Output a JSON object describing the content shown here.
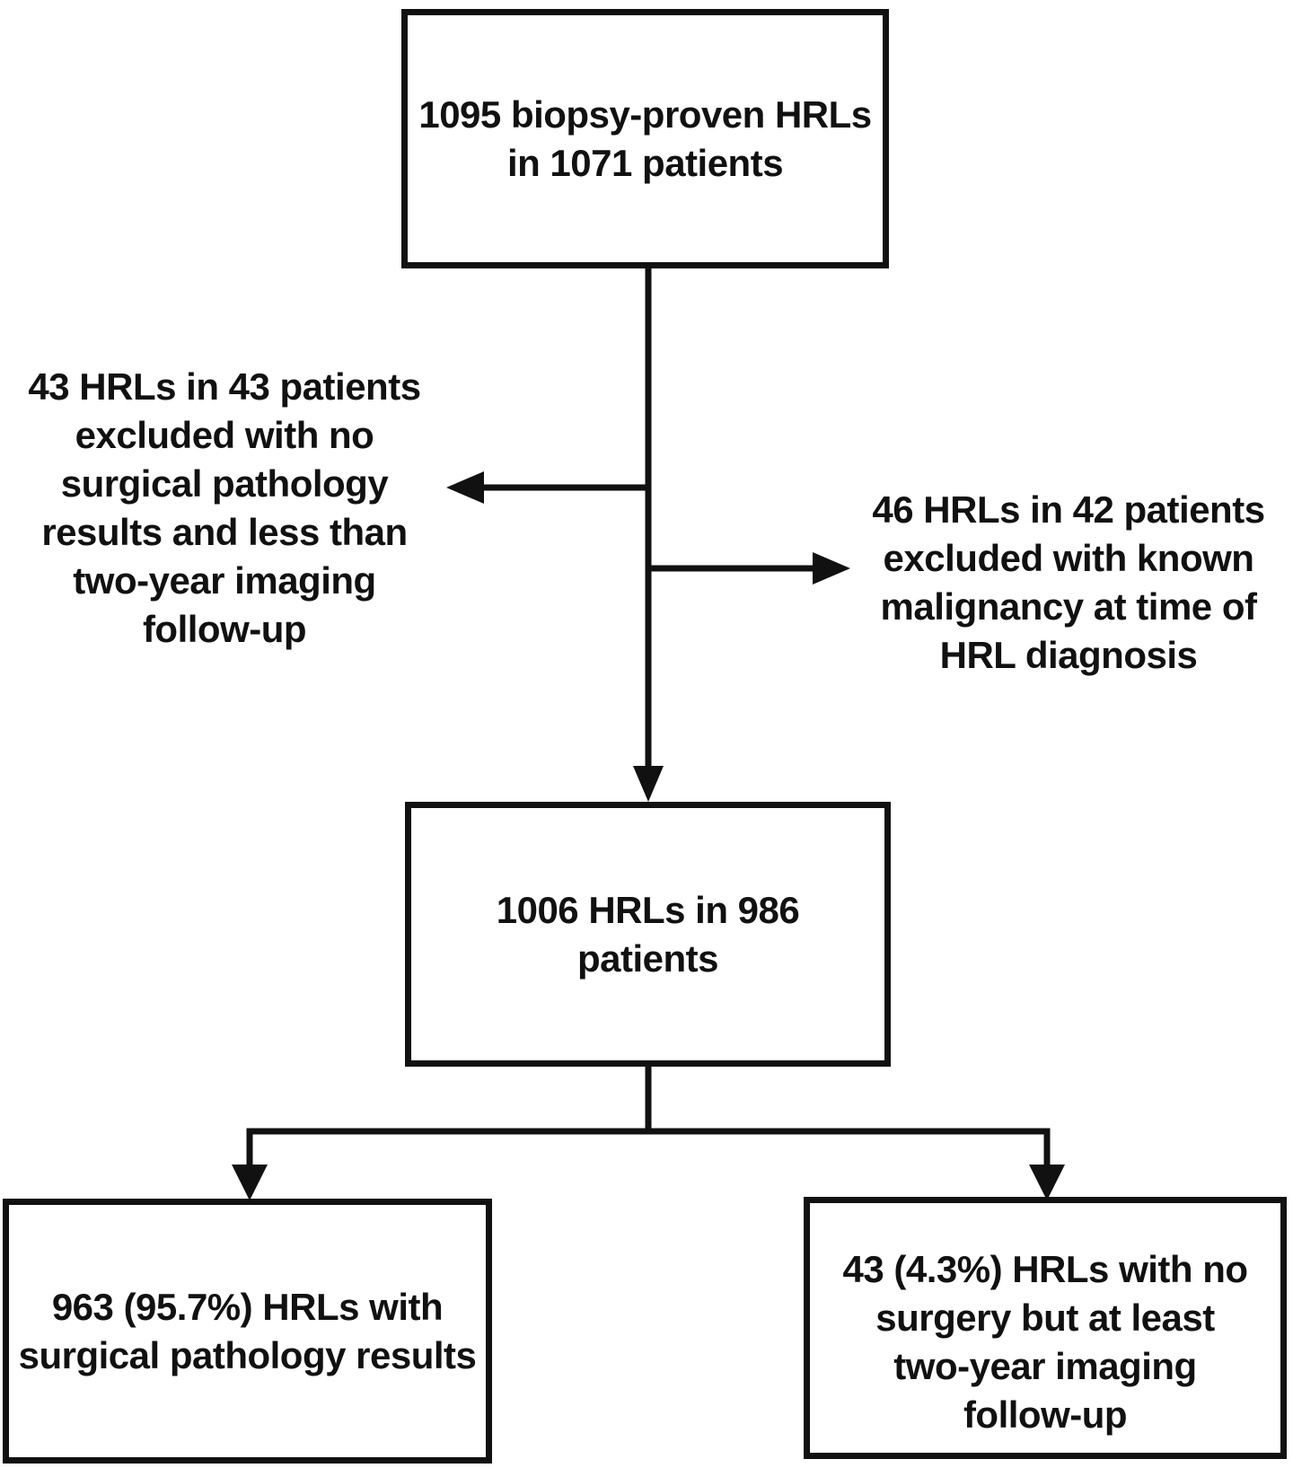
{
  "nodes": {
    "initial": {
      "lines": [
        "1095 biopsy-proven HRLs",
        "in 1071 patients"
      ]
    },
    "exclusion_left": {
      "lines": [
        "43 HRLs in 43 patients",
        "excluded with no",
        "surgical pathology",
        "results and less than",
        "two-year imaging",
        "follow-up"
      ]
    },
    "exclusion_right": {
      "lines": [
        "46 HRLs in 42 patients",
        "excluded with known",
        "malignancy at time of",
        "HRL diagnosis"
      ]
    },
    "included": {
      "lines": [
        "1006 HRLs in 986",
        "patients"
      ]
    },
    "surgical_pathology": {
      "lines": [
        "963 (95.7%) HRLs with",
        "surgical pathology results"
      ]
    },
    "no_surgery_followup": {
      "lines": [
        "43 (4.3%) HRLs with no",
        "surgery but at least",
        "two-year imaging",
        "follow-up"
      ]
    }
  },
  "colors": {
    "line": "#111111",
    "text": "#111111",
    "background": "#ffffff"
  }
}
